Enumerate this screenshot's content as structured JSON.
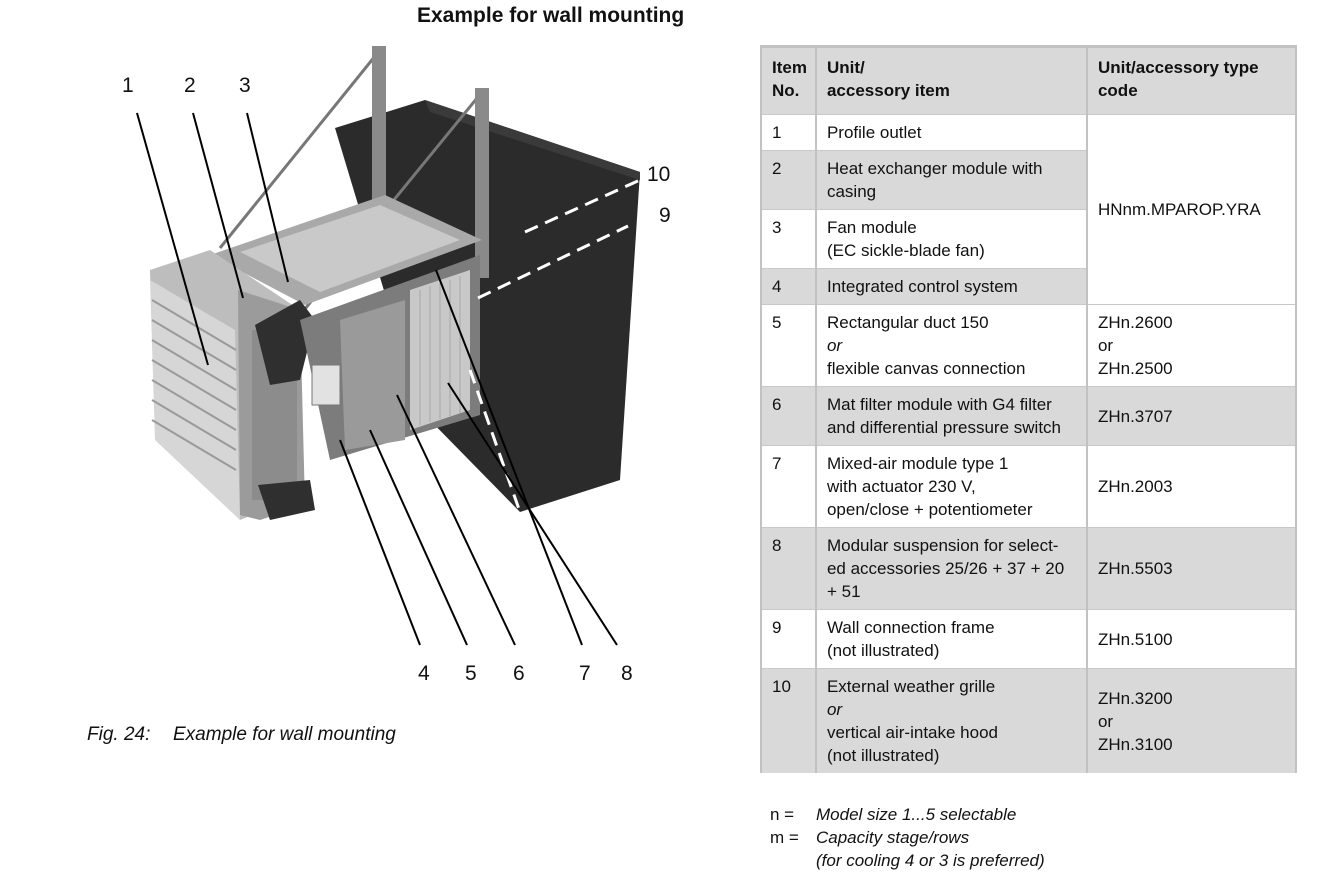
{
  "page": {
    "title": "Example for wall mounting",
    "caption_number": "Fig. 24:",
    "caption_text": "Example for wall mounting"
  },
  "figure": {
    "callouts": [
      "1",
      "2",
      "3",
      "4",
      "5",
      "6",
      "7",
      "8",
      "9",
      "10"
    ]
  },
  "table": {
    "headers": {
      "item_line1": "Item",
      "item_line2": "No.",
      "unit_line1": "Unit/",
      "unit_line2": "accessory item",
      "code_line1": "Unit/accessory type",
      "code_line2": "code"
    },
    "rows": [
      {
        "no": "1",
        "unit": [
          "Profile outlet"
        ],
        "code": []
      },
      {
        "no": "2",
        "unit": [
          "Heat exchanger module with",
          "casing"
        ],
        "code": []
      },
      {
        "no": "3",
        "unit": [
          "Fan module",
          "(EC sickle-blade fan)"
        ],
        "code": []
      },
      {
        "no": "4",
        "unit": [
          "Integrated control system"
        ],
        "code": []
      },
      {
        "no": "5",
        "unit": [
          "Rectangular duct 150",
          "or",
          "flexible canvas connection"
        ],
        "code": [
          "ZHn.2600",
          "or",
          "ZHn.2500"
        ]
      },
      {
        "no": "6",
        "unit": [
          "Mat filter module with G4 filter",
          "and differential pressure switch"
        ],
        "code": [
          "ZHn.3707"
        ]
      },
      {
        "no": "7",
        "unit": [
          "Mixed-air module type 1",
          "with actuator 230 V,",
          "open/close + potentiometer"
        ],
        "code": [
          "ZHn.2003"
        ]
      },
      {
        "no": "8",
        "unit": [
          "Modular suspension for select-",
          "ed accessories 25/26 + 37 + 20",
          "+ 51"
        ],
        "code": [
          "ZHn.5503"
        ]
      },
      {
        "no": "9",
        "unit": [
          "Wall connection frame",
          "(not illustrated)"
        ],
        "code": [
          "ZHn.5100"
        ]
      },
      {
        "no": "10",
        "unit": [
          "External weather grille",
          "or",
          "vertical air-intake hood",
          "(not illustrated)"
        ],
        "code": [
          "ZHn.3200",
          "or",
          "ZHn.3100"
        ]
      }
    ],
    "merged_code_rows_1_4": "HNnm.MPAROP.YRA"
  },
  "notes": {
    "n_key": "n =",
    "n_value": "Model size 1...5 selectable",
    "m_key": "m =",
    "m_value": "Capacity stage/rows",
    "m_value_2": "(for cooling 4 or 3 is preferred)"
  }
}
